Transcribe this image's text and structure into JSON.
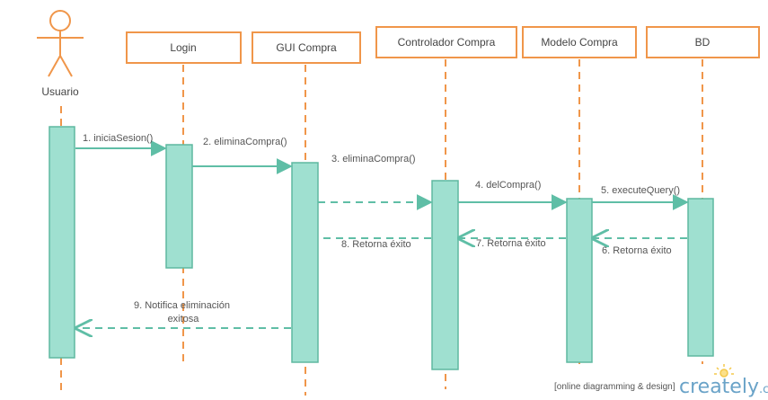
{
  "colors": {
    "orange": "#f0964a",
    "activation_fill": "#9fe0d0",
    "activation_stroke": "#5fb8a0",
    "arrow": "#5fbea6",
    "text": "#444444",
    "brand": "#6aa3c8"
  },
  "actor": {
    "label": "Usuario",
    "icon": "stick-figure-icon"
  },
  "lifelines": [
    {
      "id": "login",
      "label": "Login"
    },
    {
      "id": "gui",
      "label": "GUI Compra"
    },
    {
      "id": "controlador",
      "label": "Controlador Compra"
    },
    {
      "id": "modelo",
      "label": "Modelo Compra"
    },
    {
      "id": "bd",
      "label": "BD"
    }
  ],
  "messages": [
    {
      "label": "1. iniciaSesion()",
      "from": "usuario",
      "to": "login",
      "kind": "sync"
    },
    {
      "label": "2. eliminaCompra()",
      "from": "login",
      "to": "gui",
      "kind": "sync"
    },
    {
      "label": "3. eliminaCompra()",
      "from": "gui",
      "to": "controlador",
      "kind": "async-dashed"
    },
    {
      "label": "4. delCompra()",
      "from": "controlador",
      "to": "modelo",
      "kind": "sync"
    },
    {
      "label": "5. executeQuery()",
      "from": "modelo",
      "to": "bd",
      "kind": "sync"
    },
    {
      "label": "6. Retorna éxito",
      "from": "bd",
      "to": "modelo",
      "kind": "return"
    },
    {
      "label": "7. Retorna éxito",
      "from": "modelo",
      "to": "controlador",
      "kind": "return"
    },
    {
      "label": "8. Retorna éxito",
      "from": "controlador",
      "to": "gui",
      "kind": "return-noarrow"
    },
    {
      "label": "9. Notifica eliminación exitosa",
      "from": "gui",
      "to": "usuario",
      "kind": "return"
    }
  ],
  "message_9_lines": [
    "9. Notifica eliminación",
    "exitosa"
  ],
  "watermark": {
    "tagline": "[online diagramming & design]",
    "brand": "creately",
    "brand_suffix": ".com",
    "icon": "lightbulb-icon"
  }
}
